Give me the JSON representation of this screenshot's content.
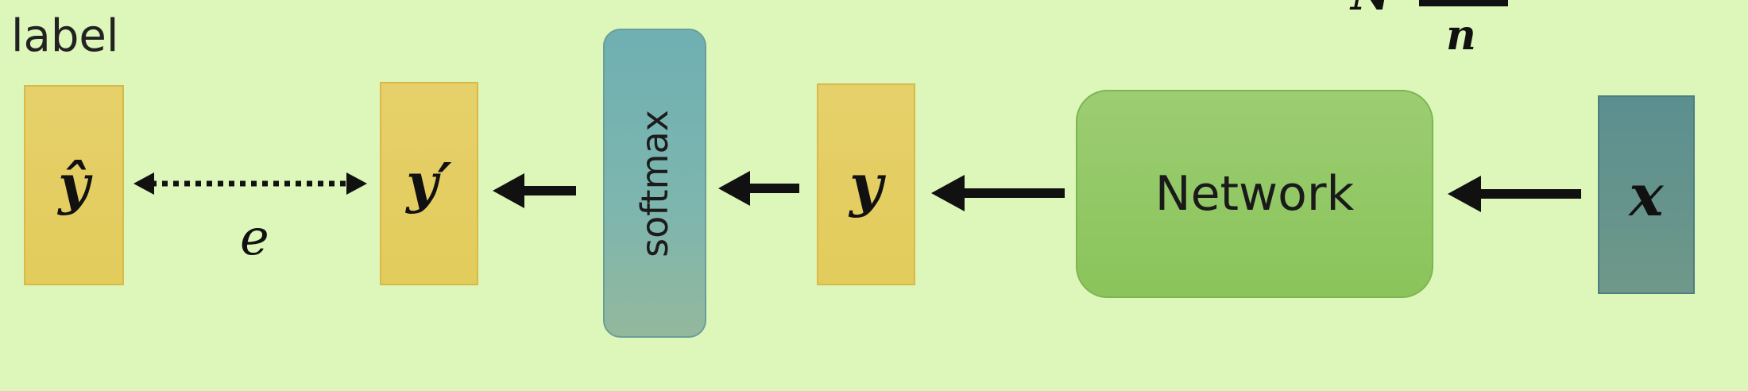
{
  "top": {
    "label": "label",
    "formula_partial": "N",
    "formula_denominator": "n"
  },
  "nodes": {
    "y_hat": "ŷ",
    "y_prime": "y′",
    "softmax": "softmax",
    "y": "y",
    "network": "Network",
    "x": "x"
  },
  "error_label": "e",
  "colors": {
    "background": "#ddf6b9",
    "yellow_box": "#e4ce62",
    "softmax_box": "#79b3ae",
    "network_box": "#92c966",
    "x_box": "#62938c",
    "arrow": "#111111"
  }
}
